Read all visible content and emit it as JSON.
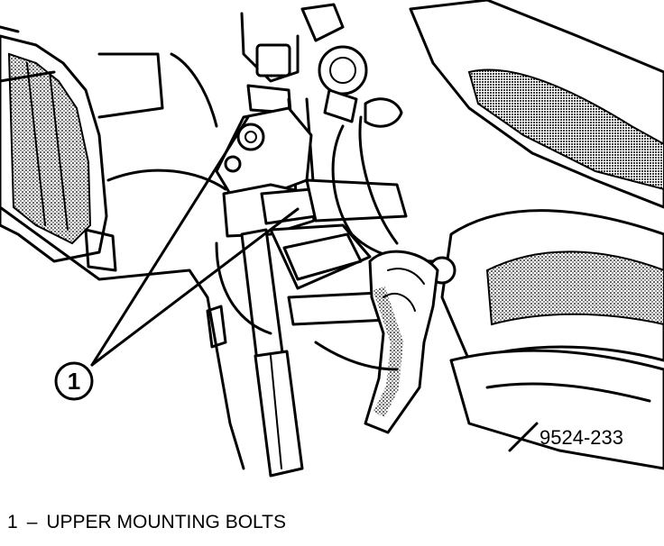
{
  "figure": {
    "id_label": "9524-233",
    "callouts": [
      {
        "number": "1"
      }
    ]
  },
  "legend": {
    "items": [
      {
        "number": "1",
        "separator": "–",
        "text": "UPPER MOUNTING BOLTS"
      }
    ]
  },
  "colors": {
    "ink": "#000000",
    "paper": "#ffffff"
  }
}
